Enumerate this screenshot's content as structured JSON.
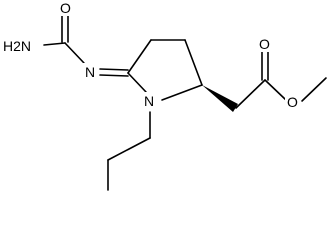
{
  "structure": {
    "atoms": {
      "amine": "H2N",
      "carbonyl_oxygen_top": "O",
      "imine_nitrogen": "N",
      "ring_nitrogen": "N",
      "ester_carbonyl_oxygen": "O",
      "ester_ether_oxygen": "O"
    },
    "stereo_bond": "wedge"
  }
}
